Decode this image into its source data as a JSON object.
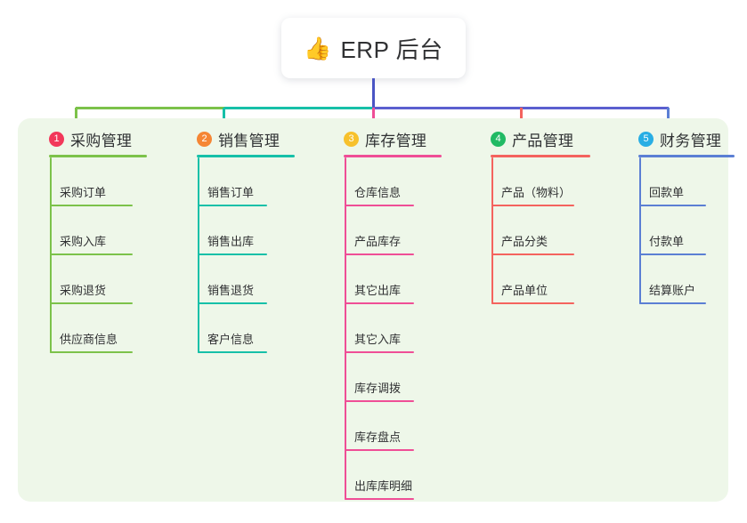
{
  "root": {
    "icon": "thumbs-up-icon",
    "emoji": "👍",
    "title": "ERP 后台"
  },
  "colors": {
    "panel_bg": "#eef7e9",
    "page_bg": "#ffffff",
    "root_stem": "#4a55c4",
    "branch_purchase": "#7cc24a",
    "branch_sales": "#16c0a8",
    "branch_inventory": "#ef4e96",
    "branch_product": "#f4635e",
    "branch_finance": "#5b7fd4",
    "badge_1": "#f2385a",
    "badge_2": "#f58634",
    "badge_3": "#f7c12c",
    "badge_4": "#21ba64",
    "badge_5": "#29aee4",
    "text": "#303133"
  },
  "columns": [
    {
      "index": "1",
      "badge_color": "#f2385a",
      "line_color": "#7cc24a",
      "title": "采购管理",
      "items": [
        "采购订单",
        "采购入库",
        "采购退货",
        "供应商信息"
      ]
    },
    {
      "index": "2",
      "badge_color": "#f58634",
      "line_color": "#16c0a8",
      "title": "销售管理",
      "items": [
        "销售订单",
        "销售出库",
        "销售退货",
        "客户信息"
      ]
    },
    {
      "index": "3",
      "badge_color": "#f7c12c",
      "line_color": "#ef4e96",
      "title": "库存管理",
      "items": [
        "仓库信息",
        "产品库存",
        "其它出库",
        "其它入库",
        "库存调拨",
        "库存盘点",
        "出库库明细"
      ]
    },
    {
      "index": "4",
      "badge_color": "#21ba64",
      "line_color": "#f4635e",
      "title": "产品管理",
      "items": [
        "产品（物料）",
        "产品分类",
        "产品单位"
      ]
    },
    {
      "index": "5",
      "badge_color": "#29aee4",
      "line_color": "#5b7fd4",
      "title": "财务管理",
      "items": [
        "回款单",
        "付款单",
        "结算账户"
      ]
    }
  ]
}
